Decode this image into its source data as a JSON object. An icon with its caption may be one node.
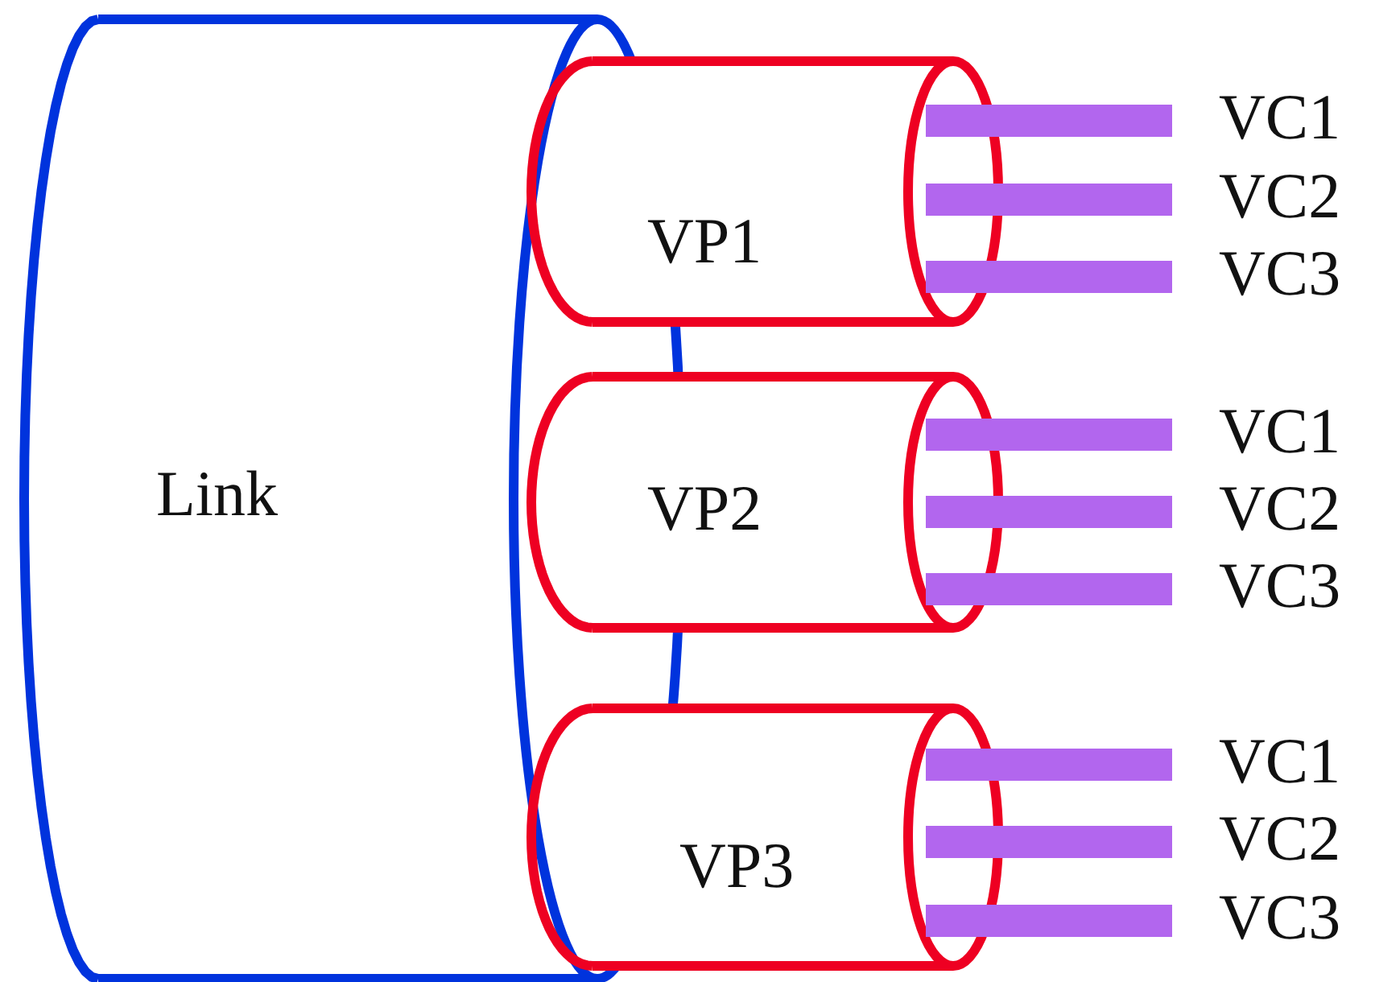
{
  "diagram": {
    "nodes": [
      {
        "text": [
          "Link"
        ]
      },
      {
        "text": [
          "VP1"
        ]
      },
      {
        "text": [
          "VP2"
        ]
      },
      {
        "text": [
          "VP3"
        ]
      },
      {
        "text": [],
        "shape": "bar",
        "beside": [
          "VC1"
        ]
      },
      {
        "text": [],
        "shape": "bar",
        "beside": [
          "VC2"
        ]
      },
      {
        "text": [],
        "shape": "bar",
        "beside": [
          "VC3"
        ]
      },
      {
        "text": [],
        "shape": "bar",
        "beside": [
          "VC1"
        ]
      },
      {
        "text": [],
        "shape": "bar",
        "beside": [
          "VC2"
        ]
      },
      {
        "text": [],
        "shape": "bar",
        "beside": [
          "VC3"
        ]
      },
      {
        "text": [],
        "shape": "bar",
        "beside": [
          "VC1"
        ]
      },
      {
        "text": [],
        "shape": "bar",
        "beside": [
          "VC2"
        ]
      },
      {
        "text": [],
        "shape": "bar",
        "beside": [
          "VC3"
        ]
      }
    ]
  }
}
